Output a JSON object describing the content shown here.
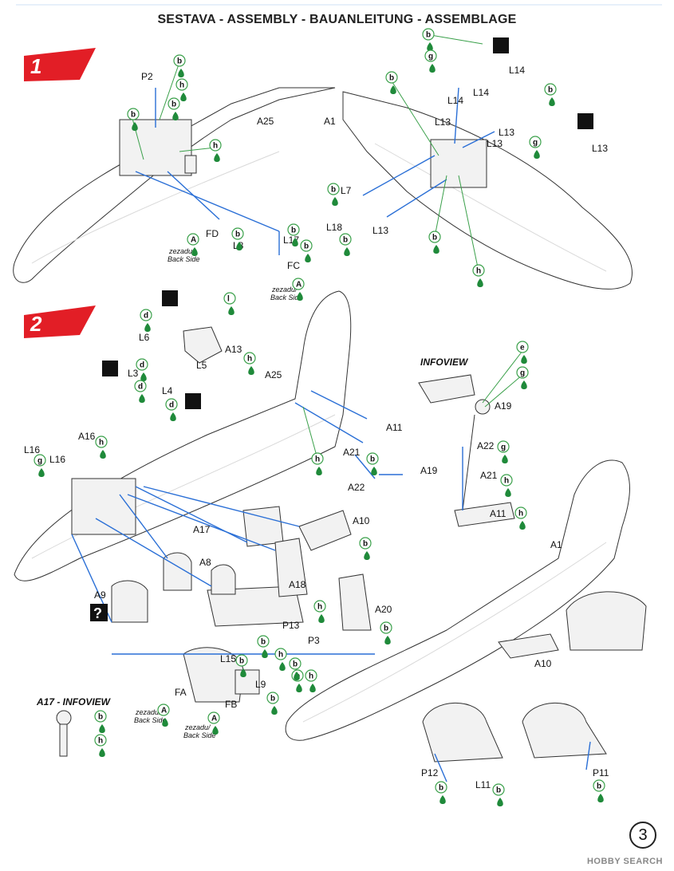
{
  "header": {
    "title": "SESTAVA -  ASSEMBLY - BAUANLEITUNG - ASSEMBLAGE"
  },
  "steps": [
    {
      "number": "1"
    },
    {
      "number": "2"
    }
  ],
  "step1": {
    "left_labels": [
      "P2",
      "A25",
      "FD",
      "L8",
      "L17",
      "FC"
    ],
    "right_labels": [
      "A1",
      "L14",
      "L14",
      "L14",
      "L13",
      "L13",
      "L13",
      "L13",
      "L7",
      "L18",
      "L13"
    ],
    "back_side": [
      "zezadu/",
      "Back Side"
    ]
  },
  "step2": {
    "labels": [
      "L6",
      "A13",
      "L5",
      "L3",
      "L4",
      "A25",
      "L16",
      "L16",
      "A16",
      "A11",
      "A21",
      "A22",
      "A19",
      "A17",
      "A10",
      "A8",
      "A9",
      "A18",
      "A20",
      "P13",
      "P3",
      "L15",
      "L9",
      "FA",
      "FB"
    ],
    "infoview": "INFOVIEW",
    "infoview_labels": [
      "A19",
      "A22",
      "A21",
      "A11"
    ],
    "a17_infoview": "A17 - INFOVIEW",
    "completed_labels": [
      "A1",
      "A10",
      "P12",
      "L11",
      "P11"
    ],
    "unknown_icon": "?"
  },
  "paint_codes": [
    "b",
    "g",
    "h",
    "d",
    "e",
    "l",
    "A"
  ],
  "colors": {
    "step_red": "#e21e26",
    "guide_blue": "#2a6fd6",
    "callout_green": "#3aa04a",
    "paint_drop": "#1f8a3a"
  },
  "footer": {
    "page_number": "3",
    "watermark": "HOBBY SEARCH"
  }
}
